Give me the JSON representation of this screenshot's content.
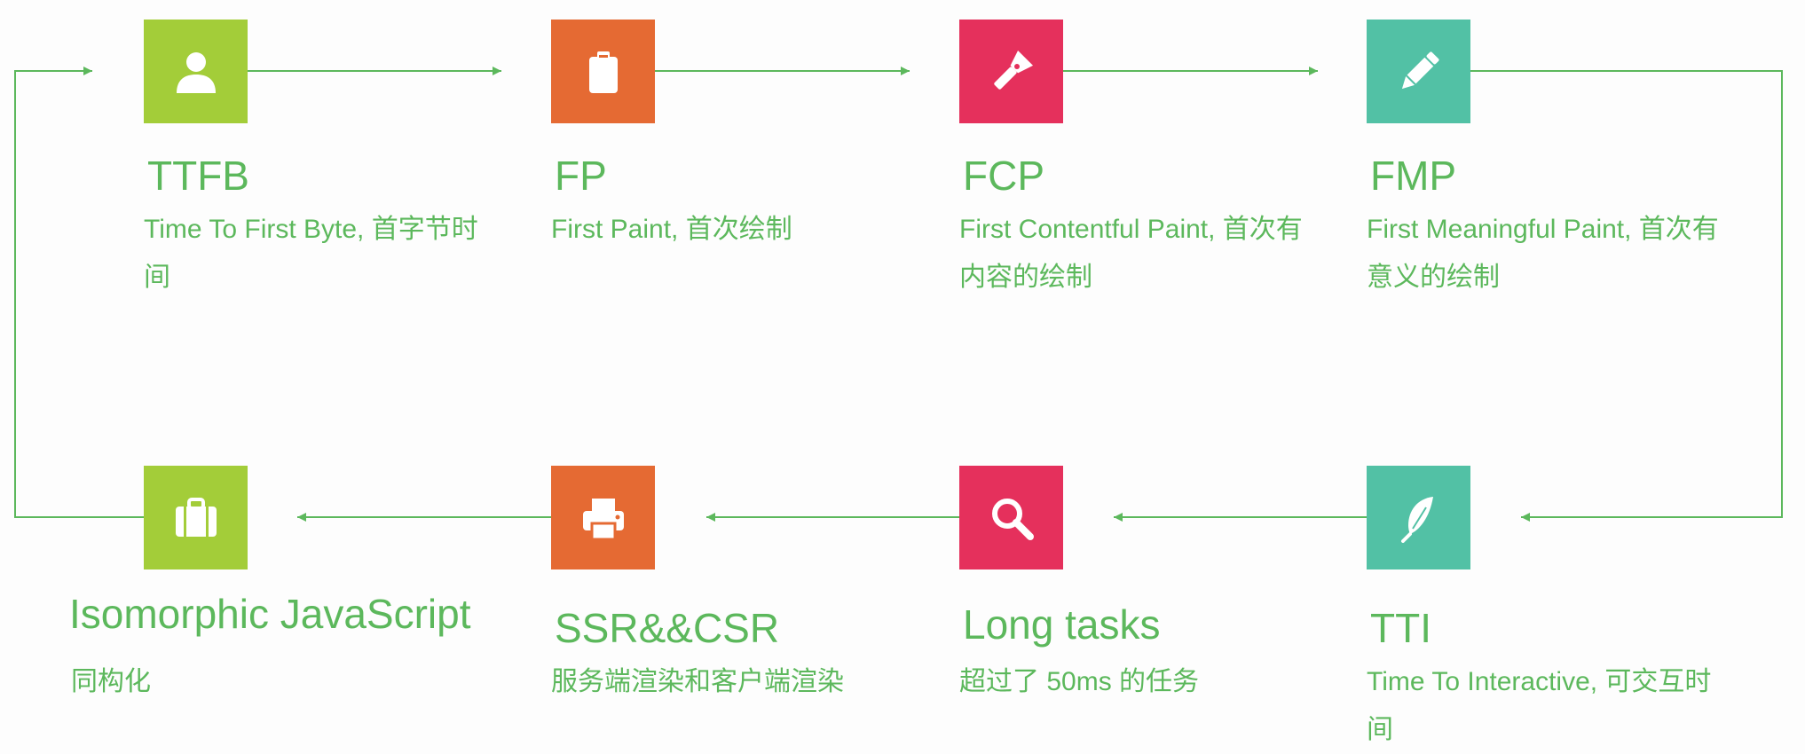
{
  "colors": {
    "green": "#a3cd39",
    "orange": "#e56a33",
    "red": "#e5305c",
    "teal": "#52c1a5",
    "text": "#5cb85c",
    "line": "#5cb85c"
  },
  "steps": [
    {
      "id": "ttfb",
      "title": "TTFB",
      "desc": "Time To First Byte, 首字节时间",
      "icon": "user-icon",
      "color": "green"
    },
    {
      "id": "fp",
      "title": "FP",
      "desc": "First Paint, 首次绘制",
      "icon": "clipboard-icon",
      "color": "orange"
    },
    {
      "id": "fcp",
      "title": "FCP",
      "desc": "First Contentful Paint, 首次有内容的绘制",
      "icon": "flashlight-icon",
      "color": "red"
    },
    {
      "id": "fmp",
      "title": "FMP",
      "desc": "First Meaningful Paint, 首次有意义的绘制",
      "icon": "pencil-icon",
      "color": "teal"
    },
    {
      "id": "tti",
      "title": "TTI",
      "desc": "Time To Interactive, 可交互时间",
      "icon": "feather-icon",
      "color": "teal"
    },
    {
      "id": "long-tasks",
      "title": "Long tasks",
      "desc": "超过了 50ms 的任务",
      "icon": "search-icon",
      "color": "red"
    },
    {
      "id": "ssr-csr",
      "title": "SSR&&CSR",
      "desc": "服务端渲染和客户端渲染",
      "icon": "printer-icon",
      "color": "orange"
    },
    {
      "id": "isomorphic-js",
      "title": "Isomorphic JavaScript",
      "desc": "同构化",
      "icon": "briefcase-icon",
      "color": "green"
    }
  ]
}
